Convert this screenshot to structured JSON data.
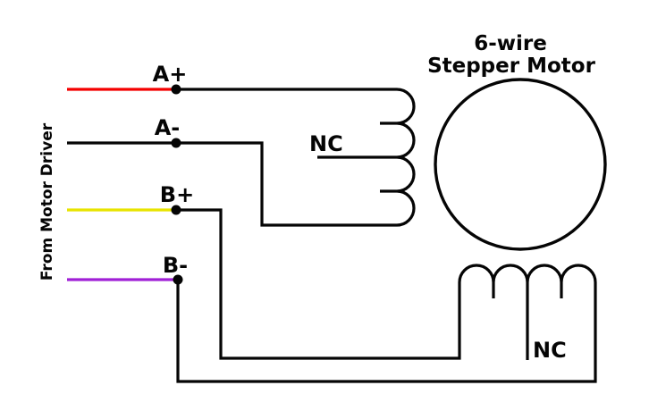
{
  "diagram": {
    "title_line1": "6-wire",
    "title_line2": "Stepper Motor",
    "source_label": "From Motor Driver",
    "labels": {
      "a_plus": "A+",
      "a_minus": "A-",
      "b_plus": "B+",
      "b_minus": "B-",
      "nc_phase_a": "NC",
      "nc_phase_b": "NC"
    },
    "colors": {
      "line": "#050505",
      "wire_a_plus": "#f40000",
      "wire_a_minus": "#050505",
      "wire_b_plus": "#e8e400",
      "wire_b_minus": "#a020d6"
    }
  }
}
